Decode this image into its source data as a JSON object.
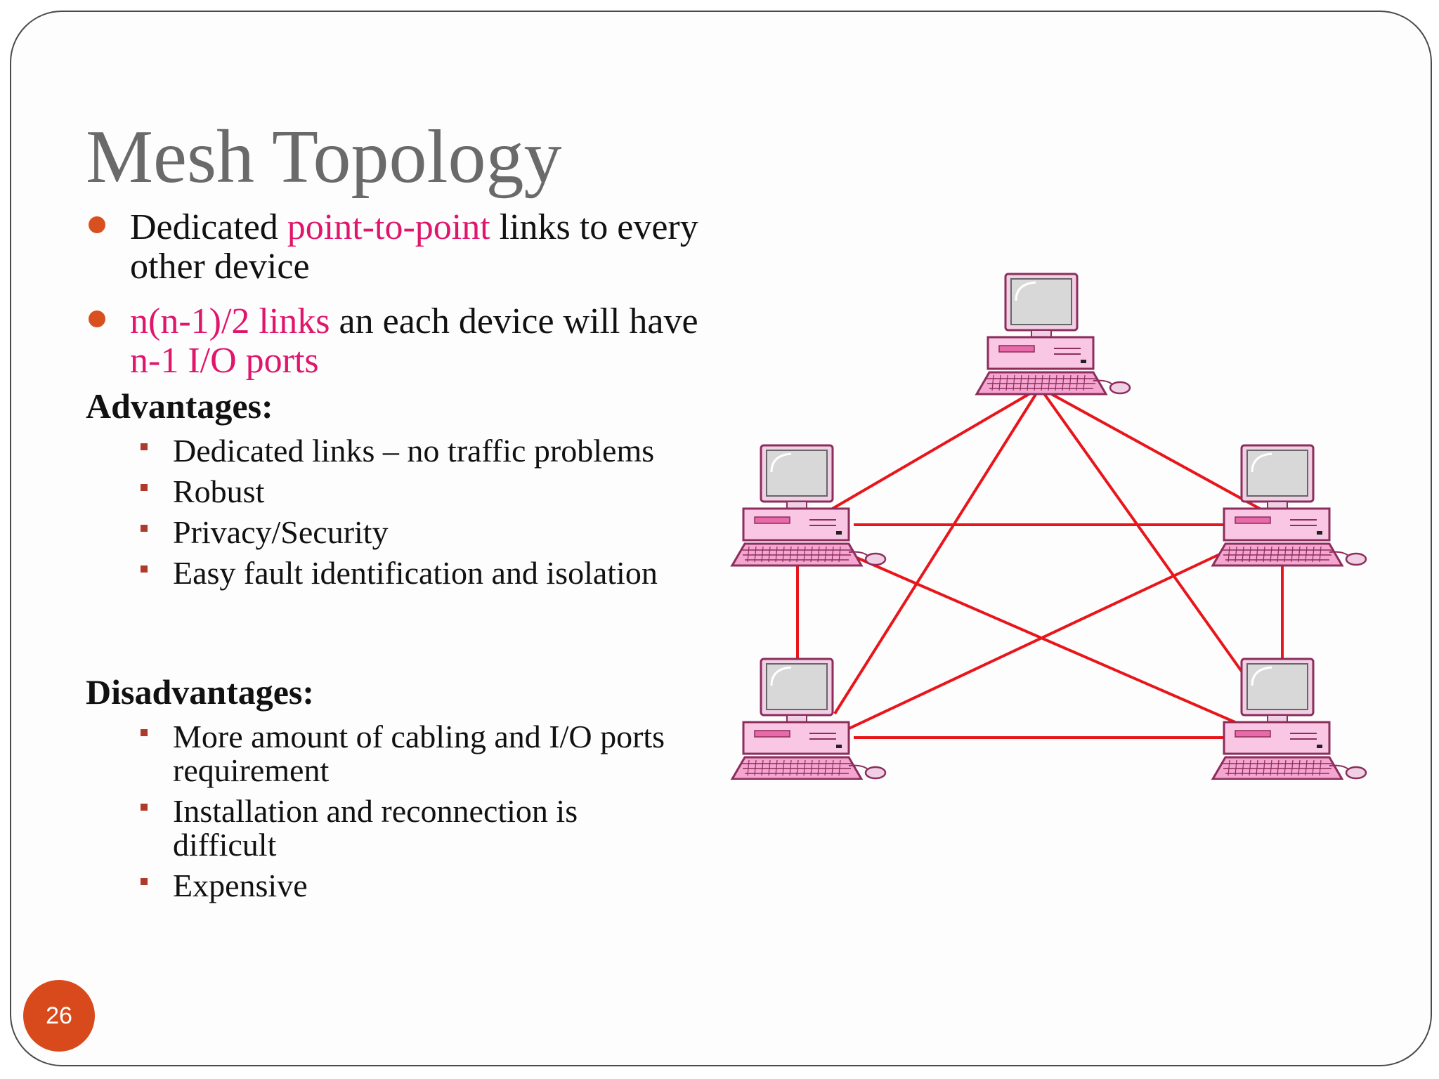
{
  "slide": {
    "title": "Mesh Topology",
    "page_number": "26"
  },
  "bullets": [
    {
      "parts": [
        {
          "text": "Dedicated ",
          "emph": false
        },
        {
          "text": "point-to-point",
          "emph": true
        },
        {
          "text": " links to every other device",
          "emph": false
        }
      ]
    },
    {
      "parts": [
        {
          "text": "n(n-1)/2 links",
          "emph": true
        },
        {
          "text": " an each device will have ",
          "emph": false
        },
        {
          "text": "n-1 I/O ports",
          "emph": true
        }
      ]
    }
  ],
  "advantages": {
    "heading": "Advantages:",
    "items": [
      "Dedicated links – no traffic problems",
      "Robust",
      "Privacy/Security",
      "Easy fault identification and isolation"
    ]
  },
  "disadvantages": {
    "heading": "Disadvantages:",
    "items": [
      "More amount of cabling and I/O ports requirement",
      "Installation and reconnection is difficult",
      "Expensive"
    ]
  },
  "diagram": {
    "nodes": [
      "computer-top",
      "computer-mid-left",
      "computer-mid-right",
      "computer-bottom-left",
      "computer-bottom-right"
    ],
    "links": [
      [
        0,
        1
      ],
      [
        0,
        2
      ],
      [
        0,
        3
      ],
      [
        0,
        4
      ],
      [
        1,
        2
      ],
      [
        1,
        3
      ],
      [
        1,
        4
      ],
      [
        2,
        3
      ],
      [
        2,
        4
      ],
      [
        3,
        4
      ]
    ],
    "colors": {
      "link": "#e8151b",
      "computer_case": "#f9c6e4",
      "computer_outline": "#8c2d5b",
      "screen": "#d8d8d8",
      "bullet": "#d8501f",
      "emphasis_text": "#e0156c"
    },
    "icon": "desktop-computer-icon"
  }
}
